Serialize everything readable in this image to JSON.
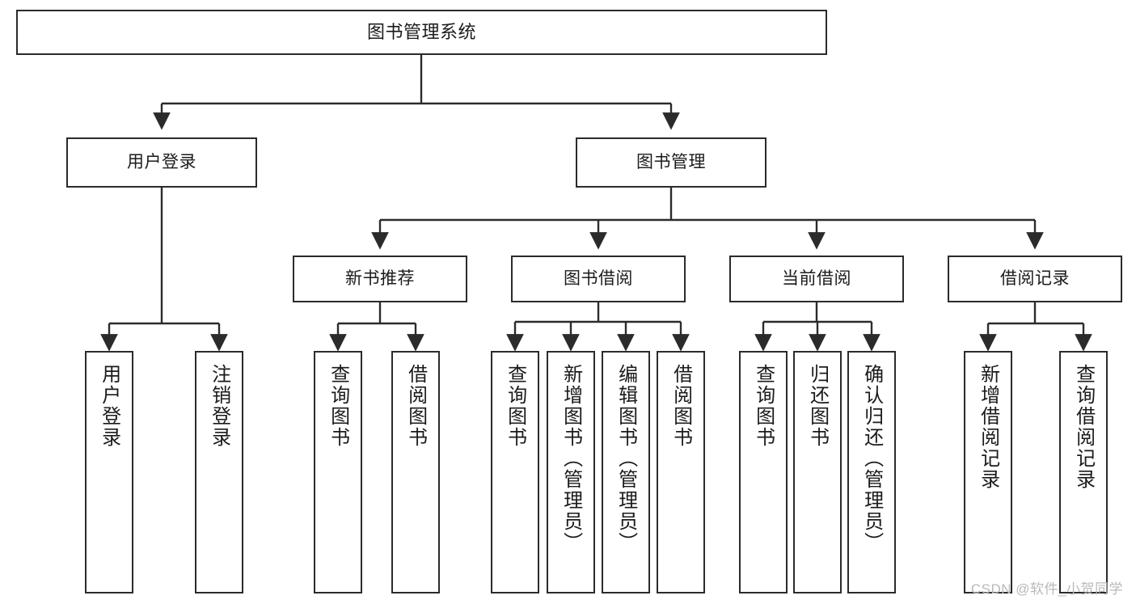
{
  "diagram": {
    "title": "图书管理系统",
    "type": "tree",
    "watermark": "CSDN @软件_小贺同学",
    "colors": {
      "box_border": "#2b2b2b",
      "box_fill": "#ffffff",
      "connector": "#2b2b2b",
      "text": "#1b1b1b",
      "watermark": "#b9b9b9",
      "background": "#ffffff"
    },
    "levels": {
      "root": {
        "label": "图书管理系统"
      },
      "level2": [
        {
          "label": "用户登录"
        },
        {
          "label": "图书管理"
        }
      ],
      "level3": [
        {
          "label": "新书推荐"
        },
        {
          "label": "图书借阅"
        },
        {
          "label": "当前借阅"
        },
        {
          "label": "借阅记录"
        }
      ]
    },
    "leaves": {
      "user_login": [
        {
          "label": "用户登录"
        },
        {
          "label": "注销登录"
        }
      ],
      "new_book_recommend": [
        {
          "label": "查询图书"
        },
        {
          "label": "借阅图书"
        }
      ],
      "book_borrow": [
        {
          "label": "查询图书"
        },
        {
          "label": "新增图书（管理员）"
        },
        {
          "label": "编辑图书（管理员）"
        },
        {
          "label": "借阅图书"
        }
      ],
      "current_borrow": [
        {
          "label": "查询图书"
        },
        {
          "label": "归还图书"
        },
        {
          "label": "确认归还（管理员）"
        }
      ],
      "borrow_record": [
        {
          "label": "新增借阅记录"
        },
        {
          "label": "查询借阅记录"
        }
      ]
    }
  }
}
